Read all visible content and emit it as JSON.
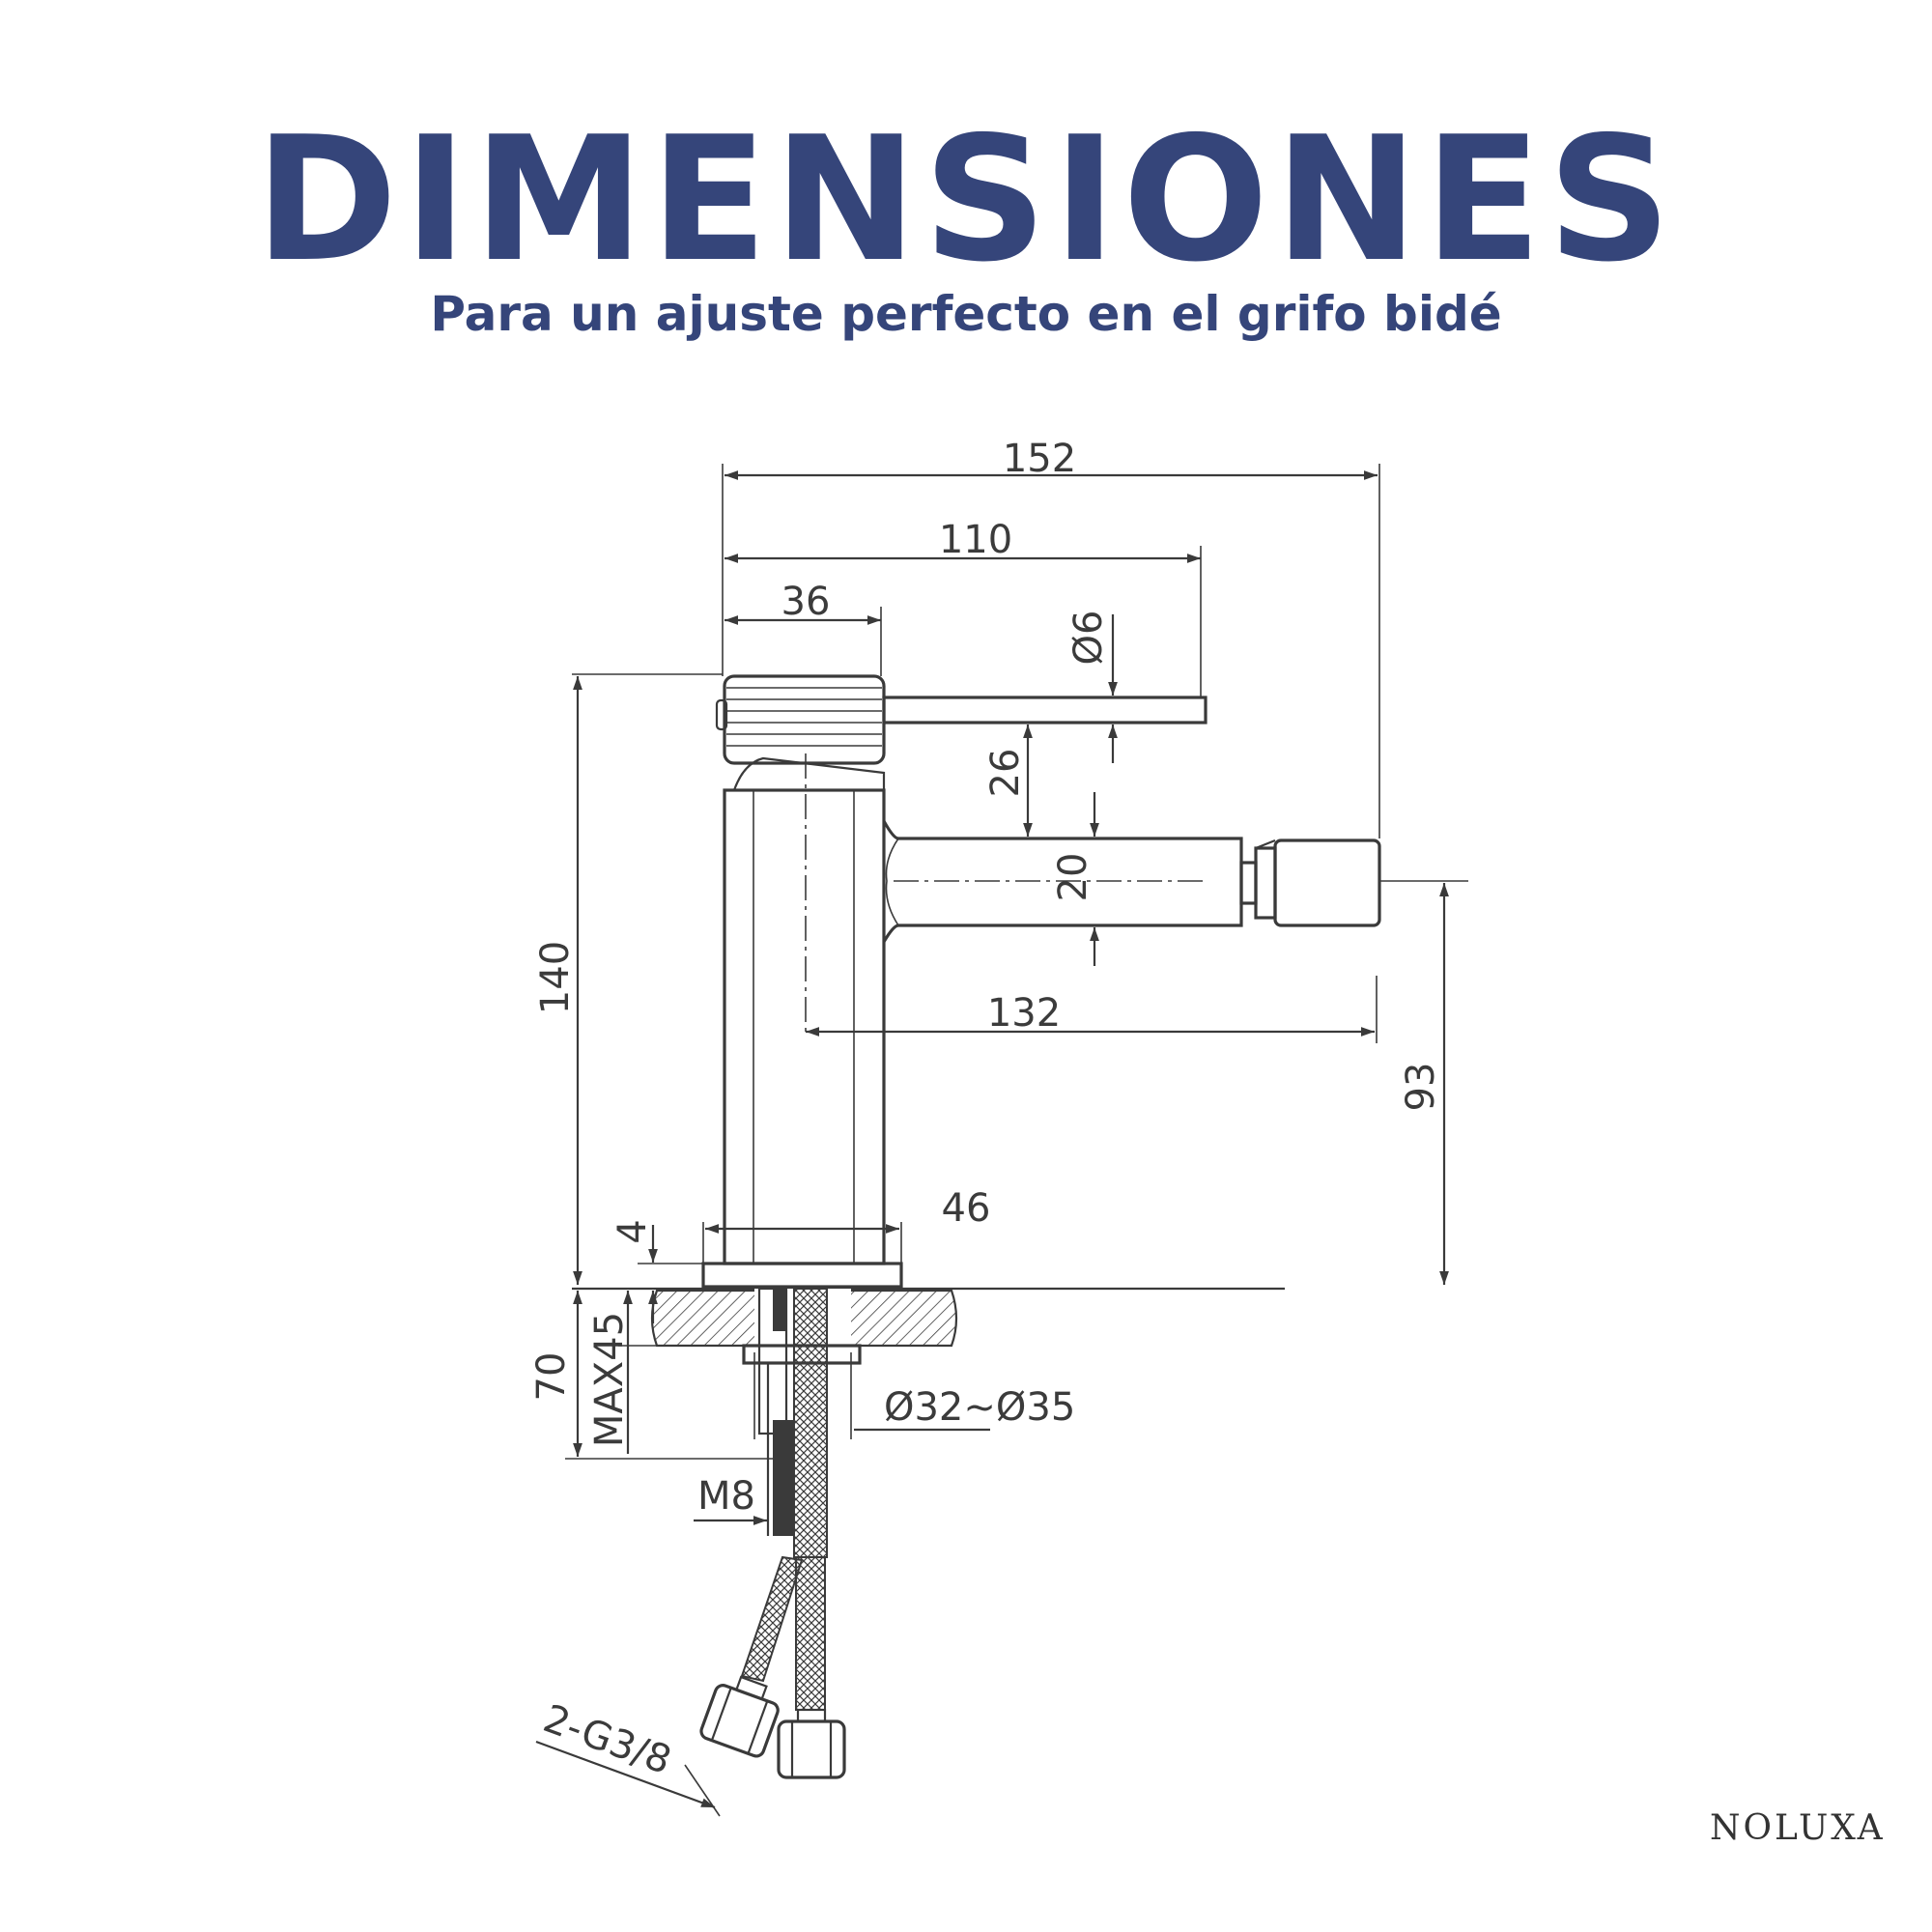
{
  "header": {
    "title": "DIMENSIONES",
    "subtitle": "Para un ajuste perfecto en el grifo bidé"
  },
  "brand": "NOLUXA",
  "dimensions": {
    "total_length": "152",
    "lever_length": "110",
    "handle_width": "36",
    "lever_diameter": "Ø6",
    "lever_to_spout": "26",
    "spout_diameter": "20",
    "body_height": "140",
    "spout_reach": "132",
    "spout_height": "93",
    "base_diameter": "46",
    "base_thickness": "4",
    "max_counter": "MAX45",
    "shank_length": "70",
    "hole_diameter": "Ø32~Ø35",
    "thread": "M8",
    "hose_connector": "2-G3/8"
  },
  "colors": {
    "title": "#35457a",
    "line": "#3a3a3a"
  }
}
